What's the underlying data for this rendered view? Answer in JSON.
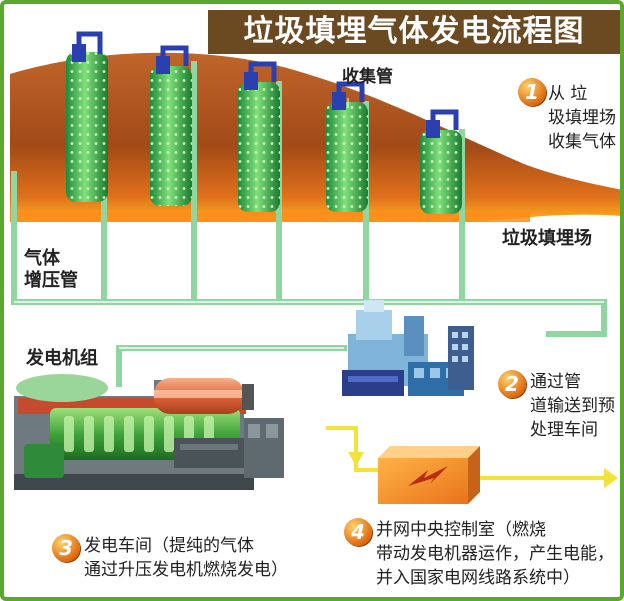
{
  "title": "垃圾填埋气体发电流程图",
  "labels": {
    "collection_pipe": "收集管",
    "landfill": "垃圾填埋场",
    "booster_pipe": "气体\n增压管",
    "generator_set": "发电机组"
  },
  "steps": [
    {
      "number": "1",
      "text": "从 垃\n圾填埋场\n收集气体"
    },
    {
      "number": "2",
      "text": "通过管\n道输送到预\n处理车间"
    },
    {
      "number": "3",
      "text": "发电车间（提纯的气体\n通过升压发电机燃烧发电）"
    },
    {
      "number": "4",
      "text": "并网中央控制室（燃烧\n带动发电机器运作，产生电能，\n并入国家电网线路系统中）"
    }
  ],
  "colors": {
    "frame_green": "#5aa82e",
    "title_bg": "#6b4a22",
    "landfill_brown": "#a8501a",
    "pipe_green": "#8fd6a0",
    "badge_orange": "#e06a10"
  }
}
